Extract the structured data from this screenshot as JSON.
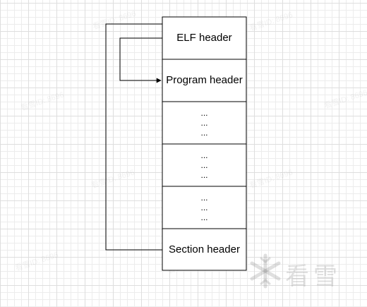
{
  "diagram": {
    "rows": [
      {
        "label": "ELF header"
      },
      {
        "label": "Program header"
      },
      {
        "dots": [
          "...",
          "...",
          "..."
        ]
      },
      {
        "dots": [
          "...",
          "...",
          "..."
        ]
      },
      {
        "dots": [
          "...",
          "...",
          "..."
        ]
      },
      {
        "label": "Section header"
      }
    ]
  },
  "colors": {
    "stroke": "#000000",
    "background": "#ffffff",
    "grid": "#ececec"
  },
  "watermark": {
    "text": "看雪ID: 8696"
  },
  "logo": {
    "text": "看雪",
    "icon": "snowflake-icon"
  }
}
